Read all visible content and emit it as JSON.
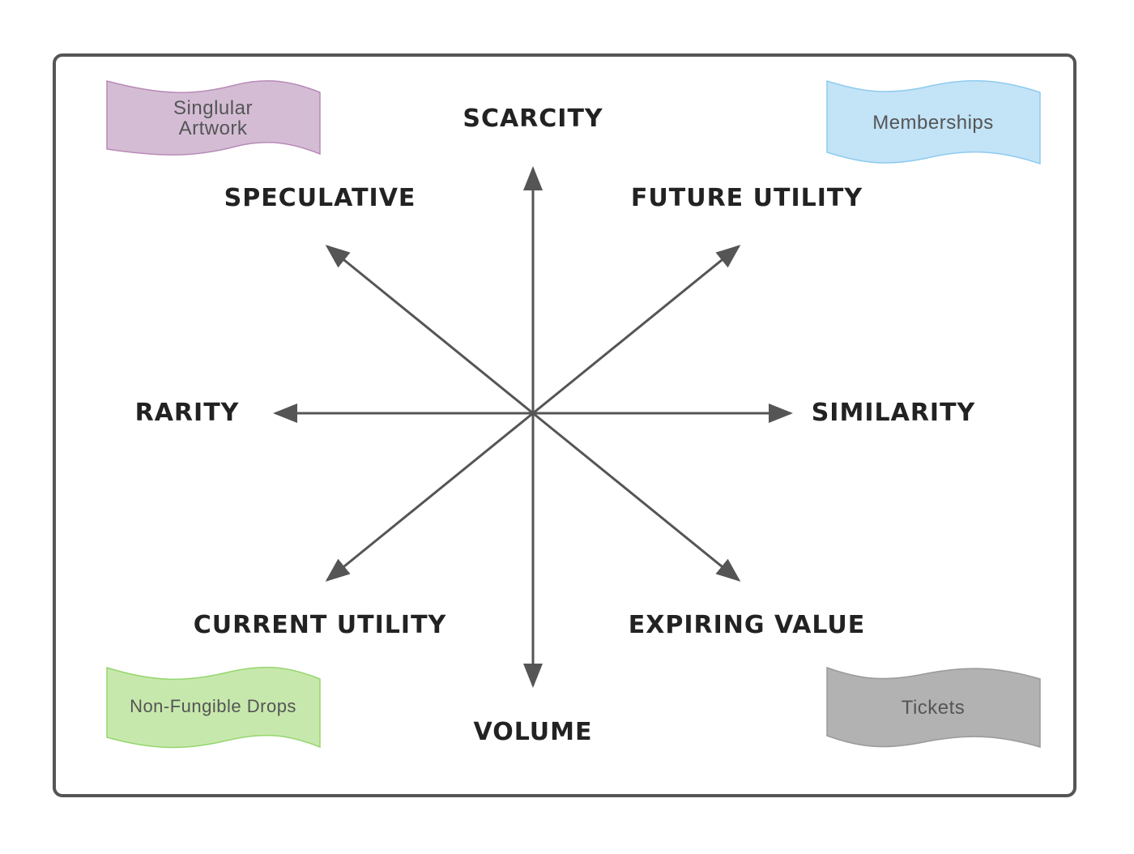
{
  "axes": {
    "scarcity": "SCARCITY",
    "volume": "VOLUME",
    "rarity": "RARITY",
    "similarity": "SIMILARITY",
    "speculative": "SPECULATIVE",
    "future_utility": "FUTURE UTILITY",
    "current_utility": "CURRENT UTILITY",
    "expiring_value": "EXPIRING VALUE"
  },
  "banners": {
    "singular_artwork": {
      "line1": "Singlular",
      "line2": "Artwork",
      "fill": "#d4bdd4",
      "stroke": "#b88ab8"
    },
    "memberships": {
      "label": "Memberships",
      "fill": "#c3e3f7",
      "stroke": "#8ecbef"
    },
    "non_fungible_drops": {
      "label": "Non-Fungible Drops",
      "fill": "#c7e8ad",
      "stroke": "#96d66f"
    },
    "tickets": {
      "label": "Tickets",
      "fill": "#b2b2b2",
      "stroke": "#9a9a9a"
    }
  },
  "colors": {
    "frame": "#555555",
    "arrow": "#555555",
    "label": "#222222"
  }
}
